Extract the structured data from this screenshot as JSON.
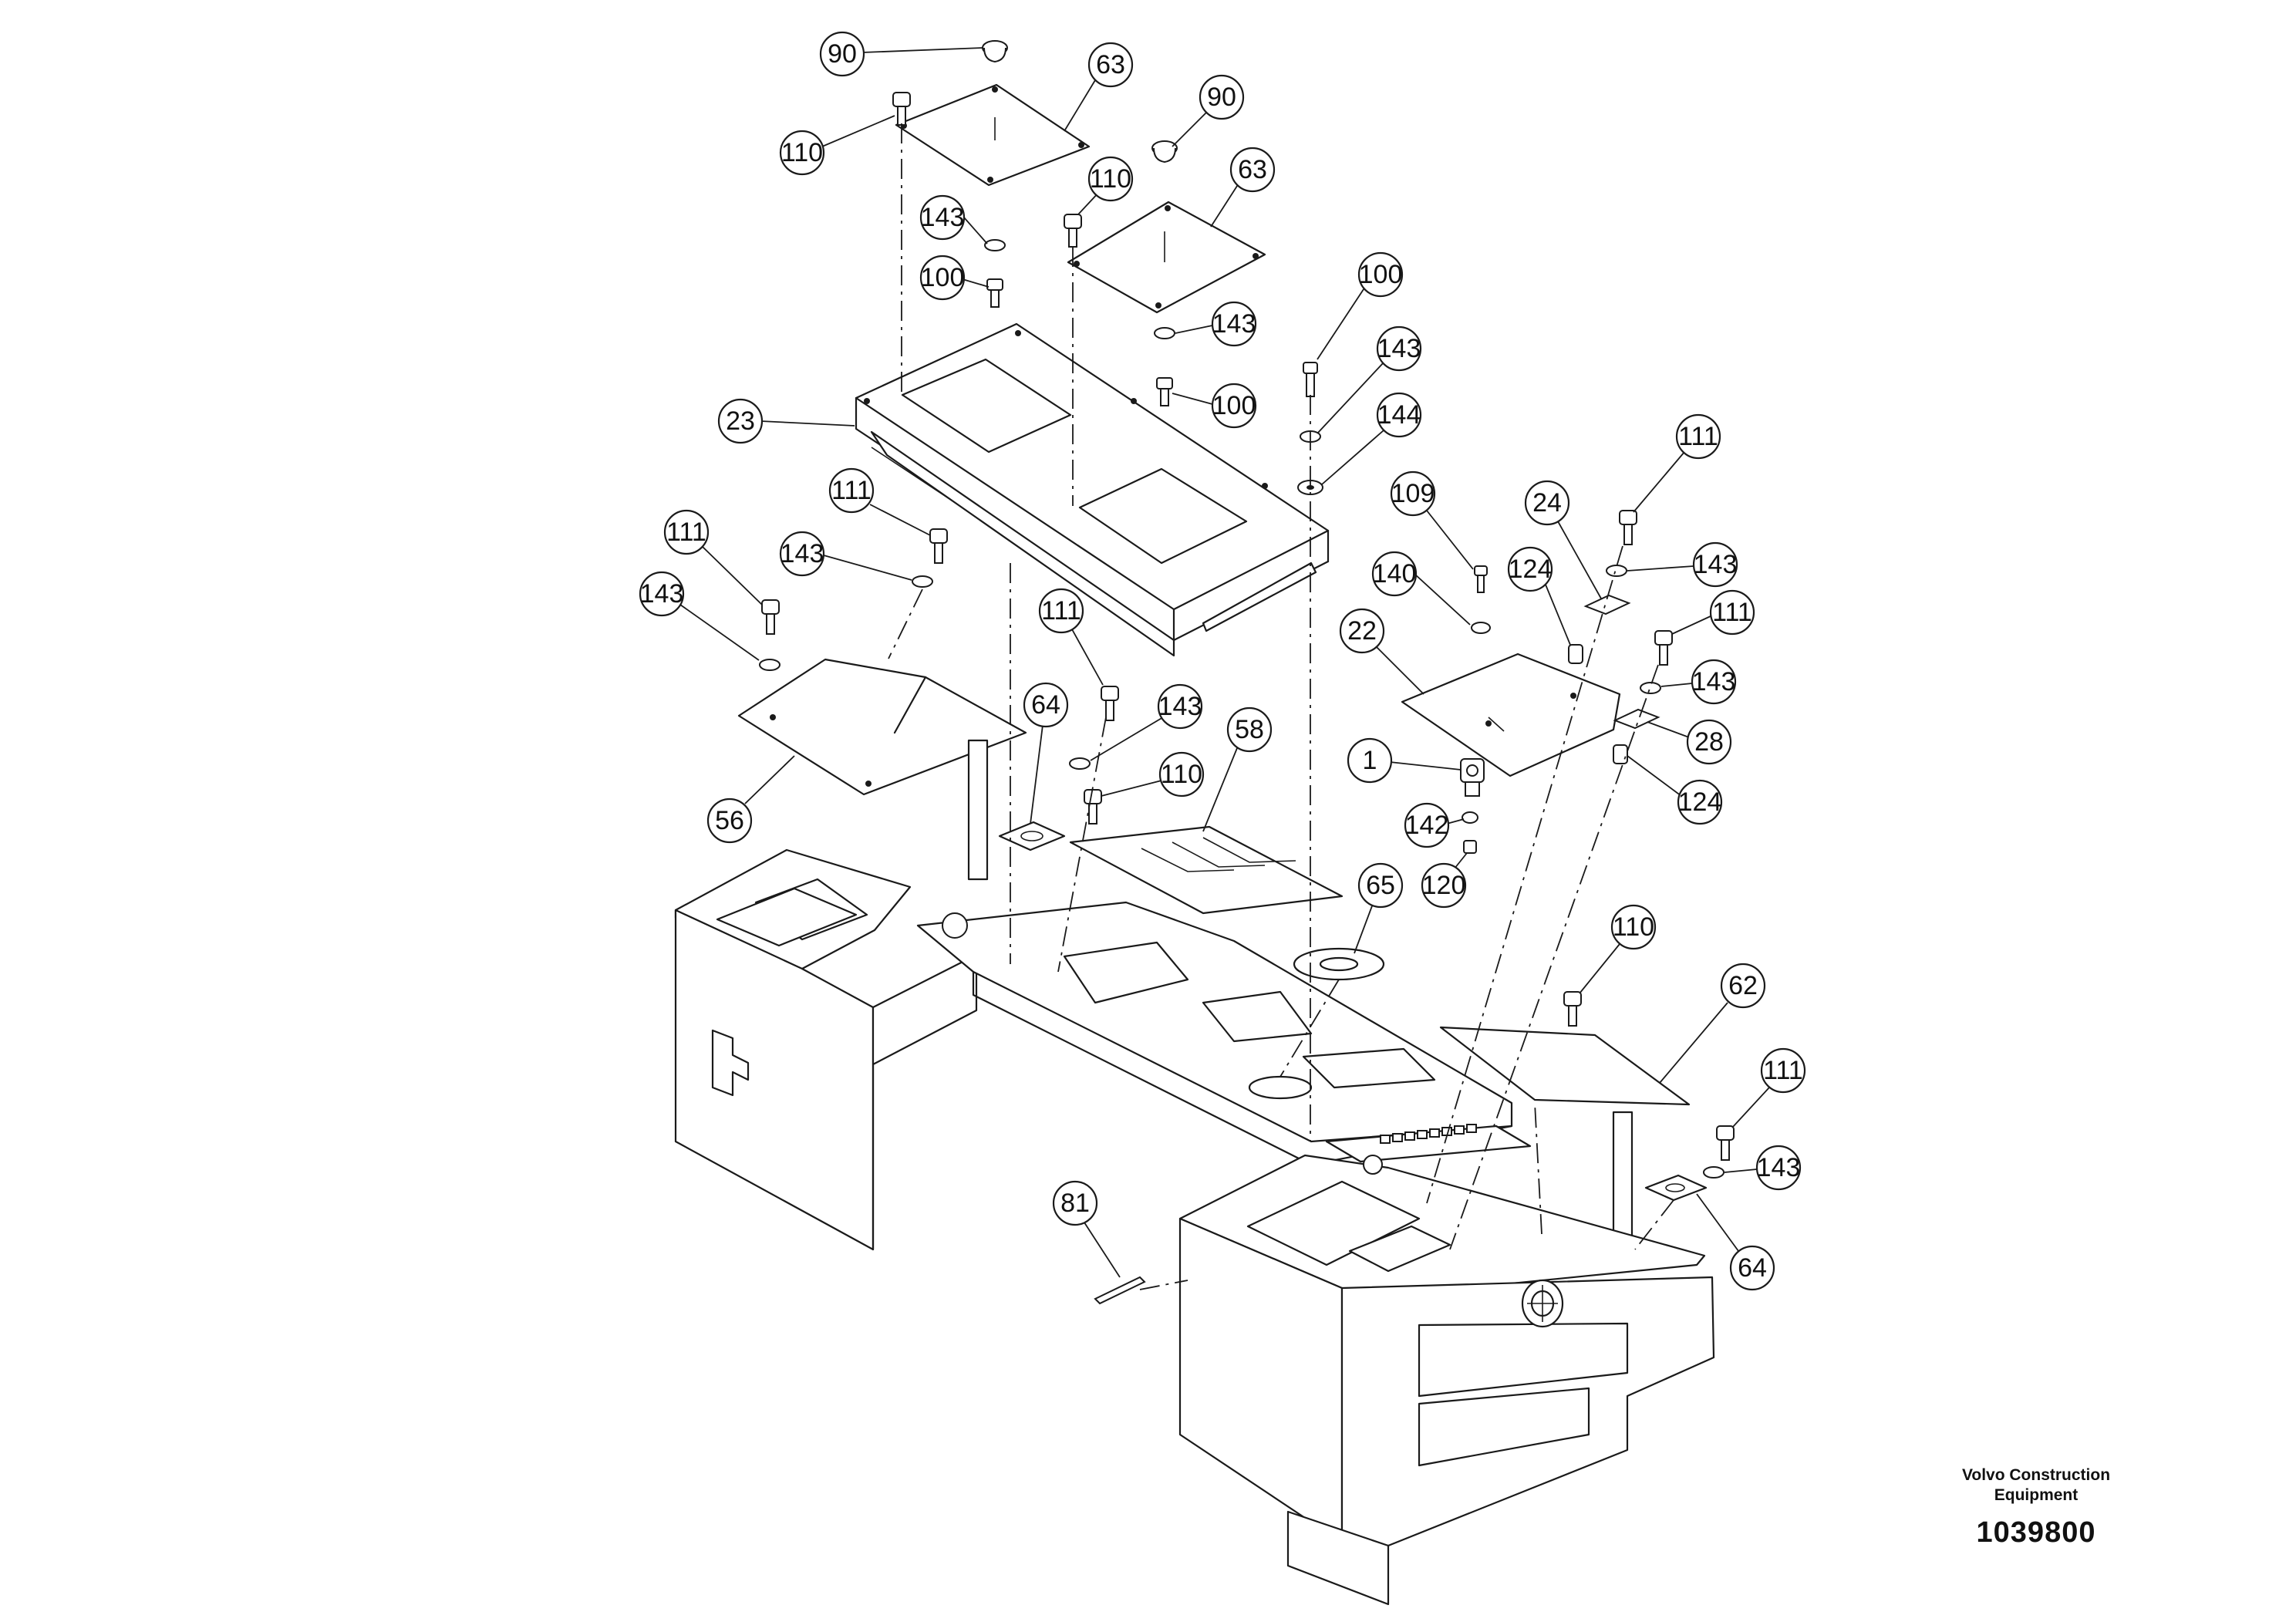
{
  "brand": {
    "line1": "Volvo Construction",
    "line2": "Equipment",
    "drawing_number": "1039800"
  },
  "callouts": [
    "90",
    "63",
    "110",
    "143",
    "100",
    "90",
    "110",
    "63",
    "143",
    "100",
    "100",
    "143",
    "144",
    "23",
    "111",
    "143",
    "111",
    "143",
    "56",
    "111",
    "143",
    "64",
    "110",
    "58",
    "65",
    "109",
    "140",
    "22",
    "124",
    "24",
    "111",
    "143",
    "111",
    "143",
    "28",
    "124",
    "1",
    "142",
    "120",
    "110",
    "62",
    "111",
    "143",
    "64",
    "81"
  ]
}
